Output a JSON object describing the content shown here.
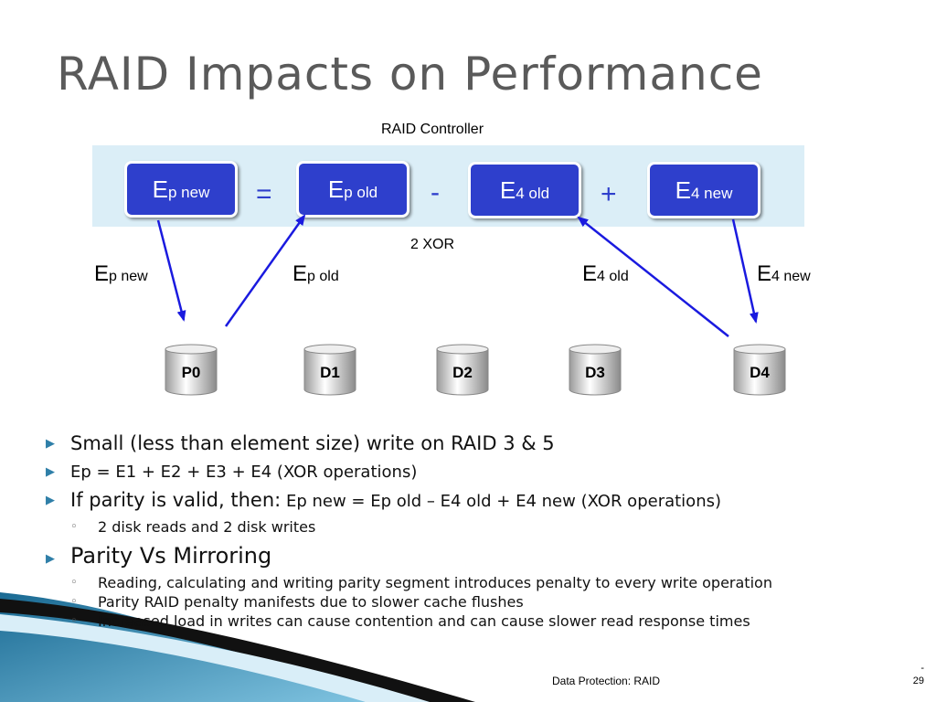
{
  "slide": {
    "title": "RAID Impacts on Performance",
    "footer": "Data Protection: RAID",
    "page_dash": "-",
    "page_number": "29"
  },
  "diagram": {
    "controller_label": "RAID Controller",
    "xor_label": "2 XOR",
    "equation": [
      {
        "main": "E",
        "sub": "p new"
      },
      {
        "op": "="
      },
      {
        "main": "E",
        "sub": "p old"
      },
      {
        "op": "-"
      },
      {
        "main": "E",
        "sub": "4 old"
      },
      {
        "op": "+"
      },
      {
        "main": "E",
        "sub": "4 new"
      }
    ],
    "flow_labels": [
      {
        "main": "E",
        "sub": "p new"
      },
      {
        "main": "E",
        "sub": "p old"
      },
      {
        "main": "E",
        "sub": "4 old"
      },
      {
        "main": "E",
        "sub": "4 new"
      }
    ],
    "disks": [
      "P0",
      "D1",
      "D2",
      "D3",
      "D4"
    ],
    "colors": {
      "box": "#2e3fcc",
      "arrow": "#1a1adf",
      "band": "#dbeef7",
      "title": "#5a5a5a"
    }
  },
  "bullets": [
    {
      "text": "Small (less than element size) write on RAID 3 & 5",
      "children": []
    },
    {
      "text": "Ep = E1 + E2 + E3 + E4 (XOR operations)",
      "children": []
    },
    {
      "text": "If parity is valid, then:",
      "tail": " Ep new = Ep old – E4 old + E4 new (XOR operations)",
      "children": [
        "2 disk reads and 2 disk writes"
      ]
    },
    {
      "text": "Parity Vs Mirroring",
      "children": [
        "Reading, calculating and writing parity segment introduces penalty to every write operation",
        "Parity RAID penalty manifests due to slower cache flushes",
        "Increased load in writes can cause contention and can cause slower read response times"
      ]
    }
  ]
}
